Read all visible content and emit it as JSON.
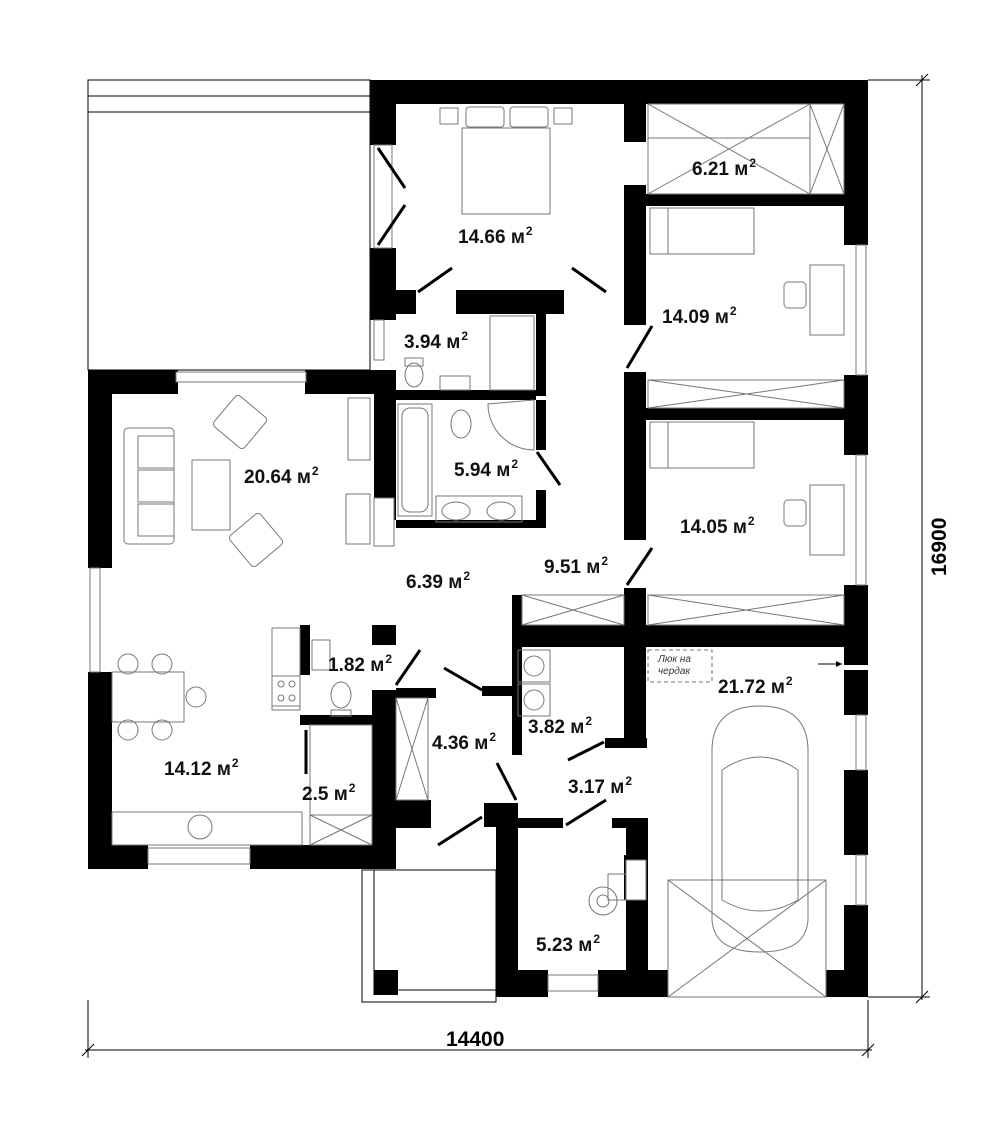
{
  "rooms": [
    {
      "id": "wardrobe",
      "area": "6.21 м",
      "unit_exp": "2"
    },
    {
      "id": "master-bedroom",
      "area": "14.66 м",
      "unit_exp": "2"
    },
    {
      "id": "bedroom-2",
      "area": "14.09 м",
      "unit_exp": "2"
    },
    {
      "id": "wc-1",
      "area": "3.94 м",
      "unit_exp": "2"
    },
    {
      "id": "living-room",
      "area": "20.64 м",
      "unit_exp": "2"
    },
    {
      "id": "bathroom",
      "area": "5.94 м",
      "unit_exp": "2"
    },
    {
      "id": "bedroom-3",
      "area": "14.05 м",
      "unit_exp": "2"
    },
    {
      "id": "corridor",
      "area": "9.51 м",
      "unit_exp": "2"
    },
    {
      "id": "hall",
      "area": "6.39 м",
      "unit_exp": "2"
    },
    {
      "id": "wc-2",
      "area": "1.82 м",
      "unit_exp": "2"
    },
    {
      "id": "garage",
      "area": "21.72 м",
      "unit_exp": "2"
    },
    {
      "id": "entrance",
      "area": "4.36 м",
      "unit_exp": "2"
    },
    {
      "id": "laundry",
      "area": "3.82 м",
      "unit_exp": "2"
    },
    {
      "id": "kitchen",
      "area": "14.12 м",
      "unit_exp": "2"
    },
    {
      "id": "vestibule",
      "area": "3.17 м",
      "unit_exp": "2"
    },
    {
      "id": "storage",
      "area": "2.5 м",
      "unit_exp": "2"
    },
    {
      "id": "boiler-room",
      "area": "5.23 м",
      "unit_exp": "2"
    }
  ],
  "dimensions": {
    "width": "14400",
    "height": "16900"
  },
  "attic_hatch": {
    "line1": "Люк на",
    "line2": "чердак"
  },
  "colors": {
    "wall": "#000000",
    "fixture": "#777777",
    "background": "#ffffff"
  }
}
